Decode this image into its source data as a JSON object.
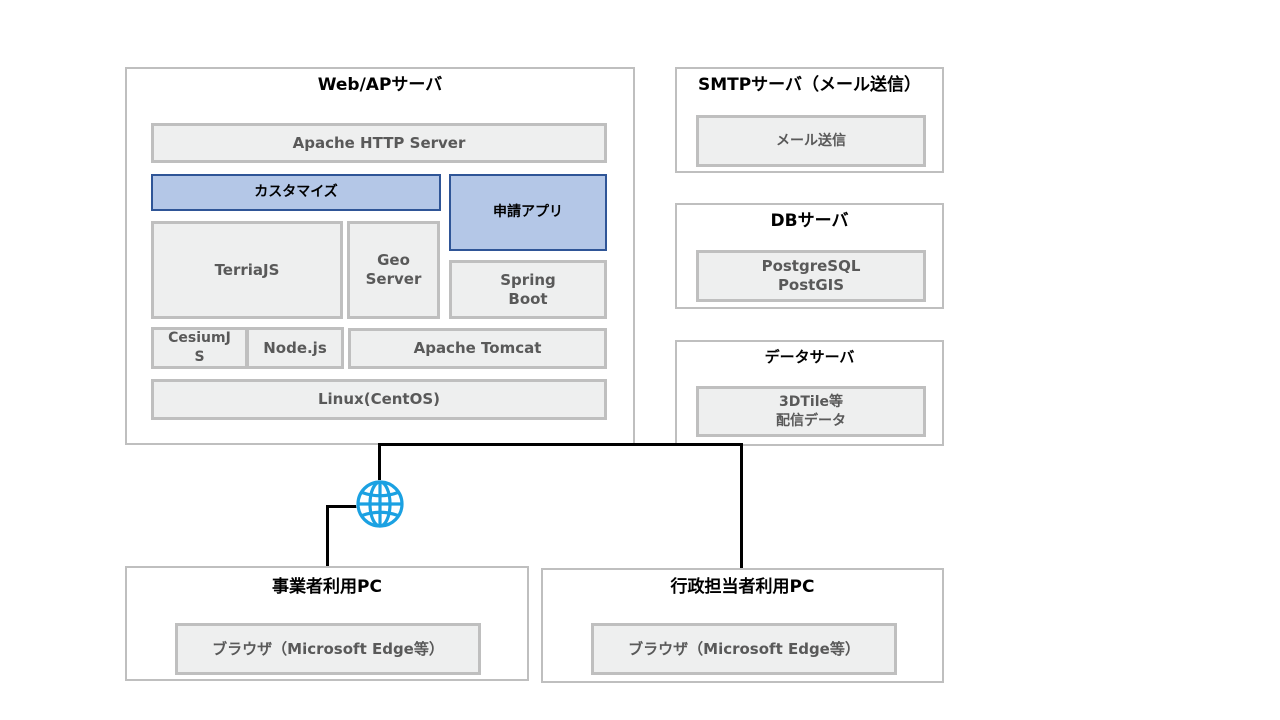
{
  "web_ap_server": {
    "title": "Web/APサーバ",
    "apache_http": "Apache HTTP Server",
    "customize": "カスタマイズ",
    "application_app": "申請アプリ",
    "terriajs": "TerriaJS",
    "geoserver": "Geo\nServer",
    "spring_boot": "Spring\nBoot",
    "cesiumjs": "CesiumJ\nS",
    "nodejs": "Node.js",
    "tomcat": "Apache Tomcat",
    "linux": "Linux(CentOS)"
  },
  "smtp_server": {
    "title": "SMTPサーバ（メール送信）",
    "mail": "メール送信"
  },
  "db_server": {
    "title": "DBサーバ",
    "db": "PostgreSQL\nPostGIS"
  },
  "data_server": {
    "title": "データサーバ",
    "data": "3DTile等\n配信データ"
  },
  "business_pc": {
    "title": "事業者利用PC",
    "browser": "ブラウザ（Microsoft Edge等）"
  },
  "admin_pc": {
    "title": "行政担当者利用PC",
    "browser": "ブラウザ（Microsoft Edge等）"
  },
  "colors": {
    "group_border": "#bfbfbf",
    "box_fill": "#eeefef",
    "box_text": "#595959",
    "highlight_fill": "#b4c7e7",
    "highlight_border": "#2f5597",
    "globe": "#1ba1e2"
  },
  "icons": {
    "network": "globe-icon"
  }
}
